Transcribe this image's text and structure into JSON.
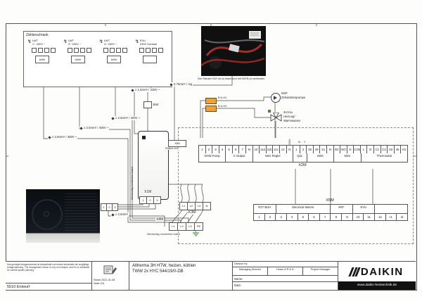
{
  "zaehlerschrank": {
    "label": "Zählerschrank",
    "groups": [
      {
        "bolt": "↯",
        "line1": "LWT",
        "line2": "1~ 400V ~",
        "meter": "kWh"
      },
      {
        "bolt": "↯",
        "line1": "LWT",
        "line2": "3~ 400V ~",
        "meter": "kWh"
      },
      {
        "bolt": "↯",
        "line1": "LWT",
        "line2": "3~ 400V ~",
        "meter": "kWh"
      },
      {
        "bolt": "↯",
        "line1": "EVU",
        "line2": "230V Kontakt",
        "meter": ""
      }
    ]
  },
  "photo": {
    "caption1": "Der Stecker X6Y ist zu lösen und",
    "caption2": "mit X6YB zu verbinden"
  },
  "cables": {
    "sig": "0,75mm² / sig",
    "c230": "≥ 1,5mm² / 230V ~",
    "c400a": "≥ 2,5mm² / 400V ~",
    "c400b": "≥ 2,5mm² / 400V ~",
    "c400c": "≥ 2,5mm² / 400V ~",
    "c25": "≥ 2,5mm²"
  },
  "components": {
    "x6a": "X6A",
    "x6a_sub": "Platine A1P",
    "load": "1kW",
    "fuse1": "B:0-H1",
    "fuse2": "B:0-H2",
    "pump_id": "M2P",
    "pump_name": "Zirkulationspumpe",
    "valve_id": "3UV1a",
    "valve_name1": "Heizung/",
    "valve_name2": "Warmwasser",
    "factory_cable_v": "Werkseitig montiertes Kabel",
    "factory_cable_h": "Werkseitig montiertes Kabel"
  },
  "x2m": {
    "label": "X2M",
    "top230": "230V",
    "topN": "N",
    "topY": "Y",
    "cells": [
      "1",
      "2",
      "3",
      "4",
      "5",
      "6",
      "7",
      "N",
      "10",
      "11a",
      "11b",
      "11c",
      "14",
      "N",
      "1",
      "2",
      "28",
      "29",
      "21",
      "N",
      "NC",
      "NO",
      "N",
      "COM",
      "L",
      "D",
      "C1",
      "C2",
      "H2",
      "45",
      "H1"
    ],
    "groups": [
      {
        "label": "DHW Pump",
        "span": 4
      },
      {
        "label": "C Output",
        "span": 4
      },
      {
        "label": "Netz Regler",
        "span": 6
      },
      {
        "label": "Q2L",
        "span": 2
      },
      {
        "label": "M3S",
        "span": 4
      },
      {
        "label": "M2S",
        "span": 4
      },
      {
        "label": "Thermostat",
        "span": 7
      }
    ]
  },
  "x5m": {
    "label": "X5M",
    "headers": [
      {
        "label": "R2T BUH",
        "span": 2
      },
      {
        "label": "Electrical Meters",
        "span": 5
      },
      {
        "label": "R6T",
        "span": 2
      },
      {
        "label": "EVU",
        "span": 2
      },
      {
        "label": "",
        "span": 3
      }
    ],
    "numbers": [
      "1",
      "2",
      "3",
      "4",
      "5",
      "6",
      "7",
      "8",
      "9",
      "10",
      "11",
      "12",
      "I1",
      "I2"
    ]
  },
  "x1m": {
    "label": "X1M",
    "cells": [
      "1",
      "2",
      "3"
    ]
  },
  "k3m": {
    "label": "K3M",
    "cells": [
      "L1",
      "L2",
      "L3",
      "N"
    ]
  },
  "x8m": {
    "label": "X8M",
    "cells": [
      "L1",
      "L2",
      "L3",
      "PE"
    ]
  },
  "outdoor_block": {
    "cells": [
      "1",
      "2",
      "3"
    ]
  },
  "titleblock": {
    "disclaimer_de": "Das gezeigte Anlagenschema ist beispielhaft und ersetzt keinesfalls die sorgfältige Anlagenplanung.",
    "disclaimer_en": "The arrangement shown is only an example, and it's no substitute for careful system planning.",
    "doc_number": "5510 Entwurf",
    "stand": "Stand 2021-01-08",
    "page": "Seite 2/4",
    "title1": "Altherma 3H HTW, heizen, kühlen",
    "title2": "TWW 2x HYC 544/19/0-DB",
    "division": "Division by",
    "roles": [
      "Managing Director",
      "Head of R & D",
      "Project Manager"
    ],
    "name_label": "Name:",
    "date_label": "Date:",
    "brand": "DAIKIN",
    "website": "www.daikin-heiztechnik.de"
  }
}
